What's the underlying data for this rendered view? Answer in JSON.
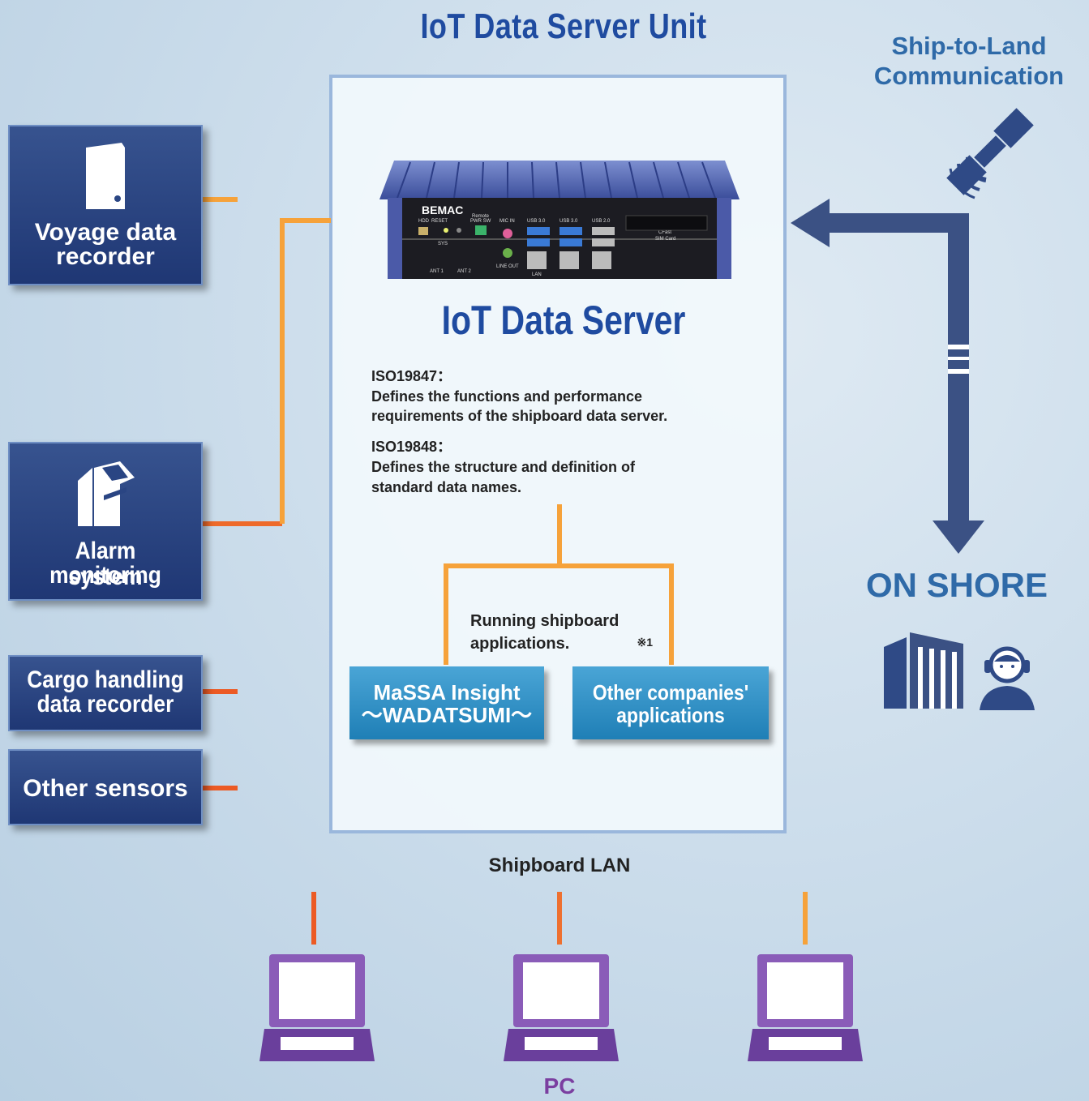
{
  "title": "IoT Data Server Unit",
  "ship_to_land": {
    "line1": "Ship-to-Land",
    "line2": "Communication"
  },
  "on_shore": "ON SHORE",
  "left_sources": {
    "voyage": {
      "line1": "Voyage data",
      "line2": "recorder",
      "icon": "server-icon"
    },
    "alarm": {
      "line1": "Alarm monitoring",
      "line2": "system",
      "icon": "console-icon"
    },
    "cargo": {
      "line1": "Cargo handling",
      "line2": "data recorder"
    },
    "sensors": {
      "line1": "Other sensors"
    }
  },
  "server": {
    "brand": "BEMAC",
    "panel_labels": {
      "hdd": "HDD",
      "reset": "RESET",
      "remote": "Remote",
      "pwr_sw": "PWR SW",
      "mic_in": "MIC IN",
      "line_out": "LINE OUT",
      "sys": "SYS",
      "usb30_a": "USB 3.0",
      "usb30_b": "USB 3.0",
      "usb20": "USB 2.0",
      "lan": "LAN",
      "ant1": "ANT 1",
      "ant2": "ANT 2",
      "cfast": "CFast",
      "sim": "SIM Card"
    },
    "name": "IoT Data Server",
    "iso1_head": "ISO19847：",
    "iso1_line1": "Defines the functions and performance",
    "iso1_line2": "requirements of the shipboard data server.",
    "iso2_head": "ISO19848：",
    "iso2_line1": "Defines the structure and definition of",
    "iso2_line2": "standard data names."
  },
  "running": {
    "line1": "Running  shipboard",
    "line2": "applications.",
    "note": "※1"
  },
  "apps": {
    "massa": {
      "line1": "MaSSA Insight",
      "line2": "～WADATSUMI～"
    },
    "other": {
      "line1": "Other companies'",
      "line2": "applications"
    }
  },
  "lan_label": "Shipboard LAN",
  "pc_label": "PC",
  "colors": {
    "title_blue": "#1f4ba0",
    "box_navy": "#2a4583",
    "arrow_navy": "#3b5184",
    "orange_light": "#f6a23a",
    "orange_dark": "#ec5a24",
    "app_blue": "#2d92c8",
    "laptop_purple": "#7b4fa6"
  }
}
